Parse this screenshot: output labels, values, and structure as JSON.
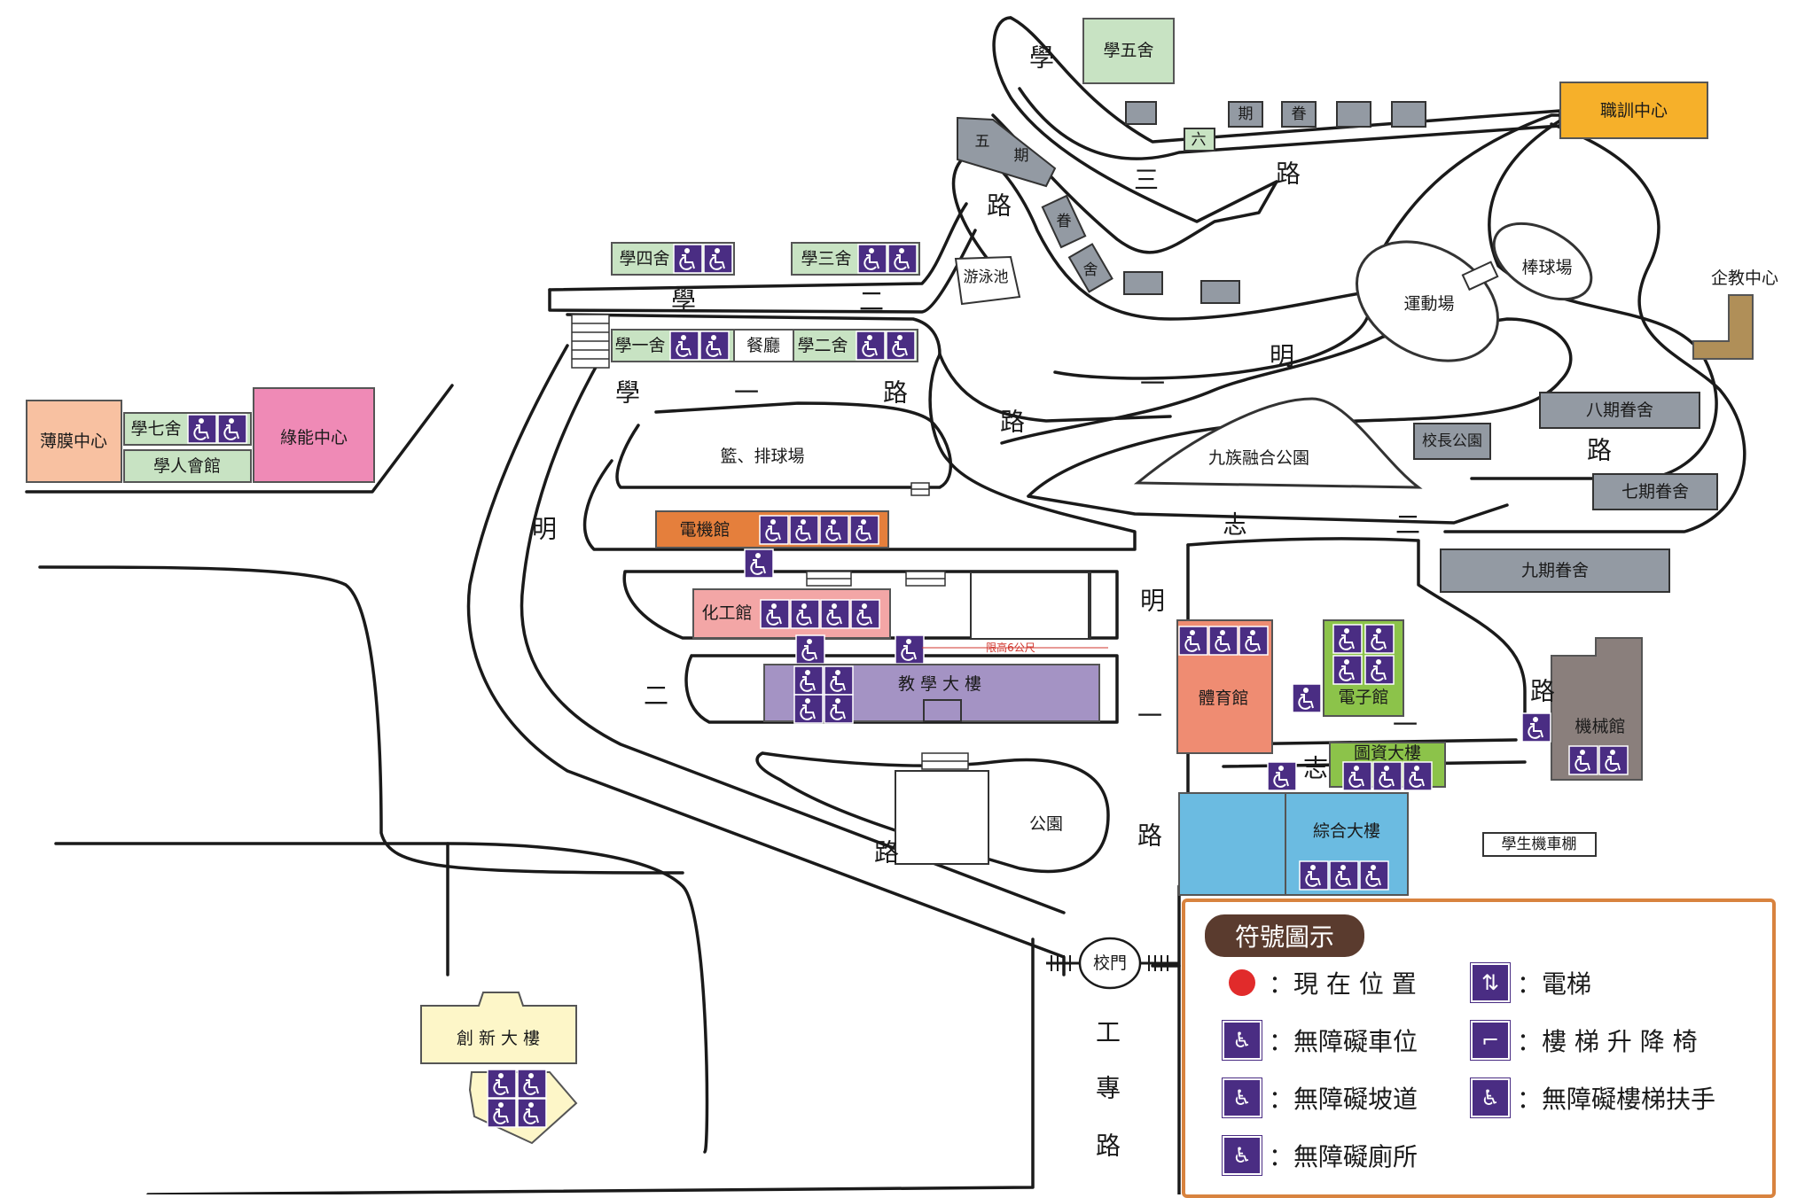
{
  "buildings": {
    "xue_wu_she": "學五舍",
    "zhi_xun": "職訓中心",
    "qi_jiao": "企教中心",
    "xue_si_she": "學四舍",
    "xue_san_she": "學三舍",
    "xue_yi_she": "學一舍",
    "can_ting": "餐廳",
    "xue_er_she": "學二舍",
    "bo_mo": "薄膜中心",
    "xue_qi_she": "學七舍",
    "xue_ren_hui": "學人會館",
    "lu_neng": "綠能中心",
    "you_yong": "游泳池",
    "yun_dong": "運動場",
    "bang_qiu": "棒球場",
    "ba_qi_juan": "八期眷舍",
    "qi_qi_juan": "七期眷舍",
    "jiu_qi_juan": "九期眷舍",
    "xiao_zhang": "校長公園",
    "jiu_zu": "九族融合公園",
    "lan_pai": "籃、排球場",
    "dian_ji": "電機館",
    "hua_gong": "化工館",
    "jiao_xue": "教 學 大 樓",
    "ti_yu": "體育館",
    "dian_zi": "電子館",
    "ji_xie": "機械館",
    "tu_zi": "圖資大樓",
    "zong_he": "綜合大樓",
    "gong_yuan": "公園",
    "xue_sheng_che": "學生機車棚",
    "chuang_xin": "創 新 大 樓",
    "xiao_men": "校門",
    "height_limit": "限高6公尺"
  },
  "roads": {
    "xue": "學",
    "er": "二",
    "yi": "一",
    "lu": "路",
    "ming": "明",
    "zhi": "志",
    "san": "三",
    "gong": "工",
    "zhuan": "專",
    "wu": "五",
    "qi": "期",
    "liu": "六",
    "juan": "眷",
    "she": "舍"
  },
  "legend": {
    "title": "符號圖示",
    "current": "：現 在 位 置",
    "parking": "：無障礙車位",
    "ramp": "：無障礙坡道",
    "toilet": "：無障礙廁所",
    "elevator": "：電梯",
    "stairlift": "：樓 梯 升 降 椅",
    "handrail": "：無障礙樓梯扶手"
  },
  "colors": {
    "dorm_green": "#c8e3c3",
    "orange": "#e57f3c",
    "pink_light": "#f3a6a6",
    "purple": "#a493c4",
    "salmon": "#ef8c72",
    "green": "#8cc34a",
    "blue": "#6bbbe1",
    "gray": "#939aa3",
    "brown_gray": "#8a7f7c",
    "yellow": "#f6b02a",
    "tan": "#b08f58",
    "magenta": "#ef8ab6",
    "peach": "#f8c1a1",
    "cream": "#fdf6c8",
    "icon_purple": "#4a2d83",
    "legend_border": "#d8833f",
    "legend_title_bg": "#5a3b2e",
    "current_red": "#e12b2b"
  },
  "icons": [
    "parking-icon",
    "ramp-icon",
    "toilet-icon",
    "elevator-icon",
    "stairlift-icon",
    "handrail-icon"
  ]
}
